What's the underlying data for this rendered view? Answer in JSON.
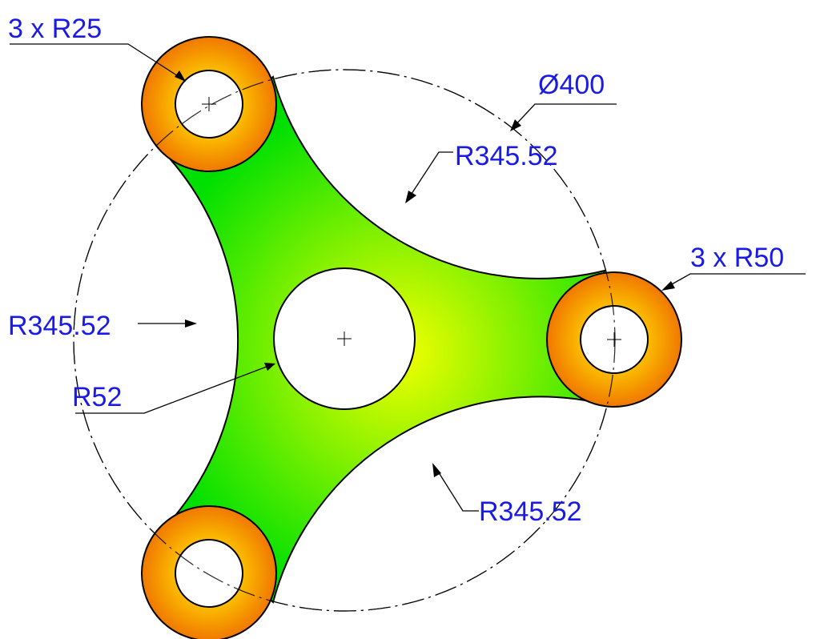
{
  "drawing": {
    "colors": {
      "dimension_text": "#1a1ae6",
      "plate_center": "#f4ff00",
      "plate_edge": "#00e000",
      "boss_inner": "#ffd100",
      "boss_outer": "#f07800",
      "outline": "#000000",
      "hole_fill": "#ffffff"
    },
    "dimensions": {
      "small_hole_radius": "3 x R25",
      "boss_radius": "3 x R50",
      "bolt_circle_diameter": "Ø400",
      "arc_radius_top_right": "R345.52",
      "arc_radius_left": "R345.52",
      "arc_radius_bottom_right": "R345.52",
      "center_hole_radius": "R52"
    }
  }
}
